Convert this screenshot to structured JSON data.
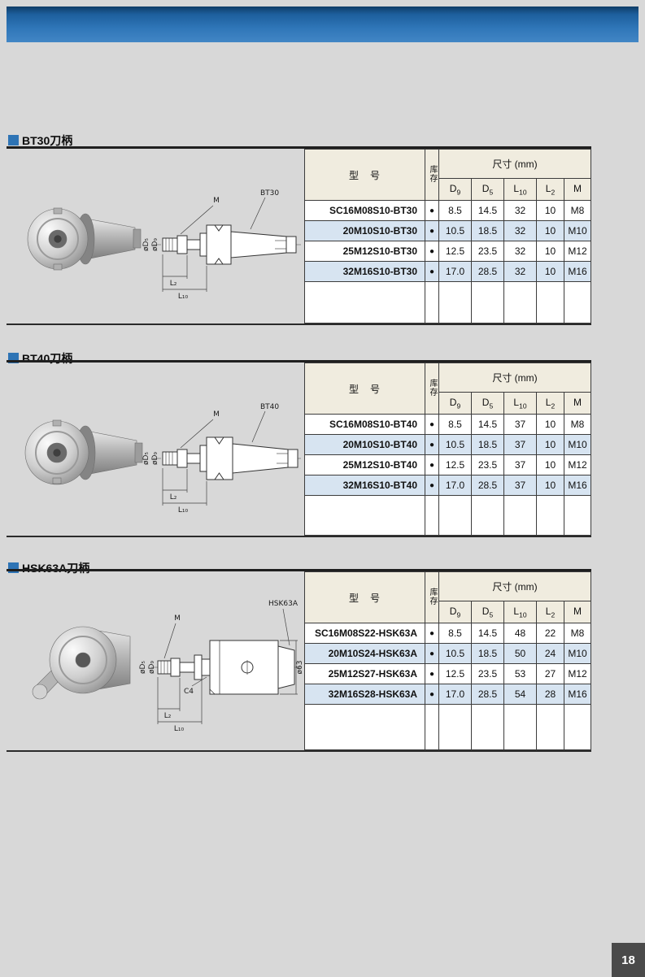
{
  "page": {
    "number": "18",
    "background": "#d8d8d8"
  },
  "colors": {
    "header_bar_blue": "#2f76b8",
    "accent_blue": "#2e74b5",
    "row_alt_blue": "#d7e4f1",
    "table_header_cream": "#f0ecdf",
    "border_dark": "#1f1f1f",
    "page_badge_bg": "#4a4a4a"
  },
  "sections": [
    {
      "title": "BT30刀柄",
      "drawing": {
        "m_label": "M",
        "shank_label": "BT30",
        "d5_label": "øD₅",
        "d9_label": "øD₉",
        "l2_label": "L₂",
        "l10_label": "L₁₀"
      },
      "table": {
        "model_header": "型　号",
        "stock_header": "库存",
        "size_header": "尺寸 (mm)",
        "dims": [
          {
            "base": "D",
            "sub": "9"
          },
          {
            "base": "D",
            "sub": "5"
          },
          {
            "base": "L",
            "sub": "10"
          },
          {
            "base": "L",
            "sub": "2"
          },
          {
            "base": "M",
            "sub": ""
          }
        ],
        "rows": [
          {
            "model": "SC16M08S10-BT30",
            "stock": "●",
            "d9": "8.5",
            "d5": "14.5",
            "l10": "32",
            "l2": "10",
            "m": "M8"
          },
          {
            "model": "20M10S10-BT30",
            "stock": "●",
            "d9": "10.5",
            "d5": "18.5",
            "l10": "32",
            "l2": "10",
            "m": "M10"
          },
          {
            "model": "25M12S10-BT30",
            "stock": "●",
            "d9": "12.5",
            "d5": "23.5",
            "l10": "32",
            "l2": "10",
            "m": "M12"
          },
          {
            "model": "32M16S10-BT30",
            "stock": "●",
            "d9": "17.0",
            "d5": "28.5",
            "l10": "32",
            "l2": "10",
            "m": "M16"
          }
        ]
      }
    },
    {
      "title": "BT40刀柄",
      "drawing": {
        "m_label": "M",
        "shank_label": "BT40",
        "d5_label": "øD₅",
        "d9_label": "øD₉",
        "l2_label": "L₂",
        "l10_label": "L₁₀"
      },
      "table": {
        "model_header": "型　号",
        "stock_header": "库存",
        "size_header": "尺寸 (mm)",
        "dims": [
          {
            "base": "D",
            "sub": "9"
          },
          {
            "base": "D",
            "sub": "5"
          },
          {
            "base": "L",
            "sub": "10"
          },
          {
            "base": "L",
            "sub": "2"
          },
          {
            "base": "M",
            "sub": ""
          }
        ],
        "rows": [
          {
            "model": "SC16M08S10-BT40",
            "stock": "●",
            "d9": "8.5",
            "d5": "14.5",
            "l10": "37",
            "l2": "10",
            "m": "M8"
          },
          {
            "model": "20M10S10-BT40",
            "stock": "●",
            "d9": "10.5",
            "d5": "18.5",
            "l10": "37",
            "l2": "10",
            "m": "M10"
          },
          {
            "model": "25M12S10-BT40",
            "stock": "●",
            "d9": "12.5",
            "d5": "23.5",
            "l10": "37",
            "l2": "10",
            "m": "M12"
          },
          {
            "model": "32M16S10-BT40",
            "stock": "●",
            "d9": "17.0",
            "d5": "28.5",
            "l10": "37",
            "l2": "10",
            "m": "M16"
          }
        ]
      }
    },
    {
      "title": "HSK63A刀柄",
      "drawing": {
        "m_label": "M",
        "shank_label": "HSK63A",
        "d5_label": "øD₅",
        "d9_label": "øD₉",
        "c4_label": "C4",
        "dia_label": "ø63",
        "l2_label": "L₂",
        "l10_label": "L₁₀"
      },
      "table": {
        "model_header": "型　号",
        "stock_header": "库存",
        "size_header": "尺寸 (mm)",
        "dims": [
          {
            "base": "D",
            "sub": "9"
          },
          {
            "base": "D",
            "sub": "5"
          },
          {
            "base": "L",
            "sub": "10"
          },
          {
            "base": "L",
            "sub": "2"
          },
          {
            "base": "M",
            "sub": ""
          }
        ],
        "rows": [
          {
            "model": "SC16M08S22-HSK63A",
            "stock": "●",
            "d9": "8.5",
            "d5": "14.5",
            "l10": "48",
            "l2": "22",
            "m": "M8"
          },
          {
            "model": "20M10S24-HSK63A",
            "stock": "●",
            "d9": "10.5",
            "d5": "18.5",
            "l10": "50",
            "l2": "24",
            "m": "M10"
          },
          {
            "model": "25M12S27-HSK63A",
            "stock": "●",
            "d9": "12.5",
            "d5": "23.5",
            "l10": "53",
            "l2": "27",
            "m": "M12"
          },
          {
            "model": "32M16S28-HSK63A",
            "stock": "●",
            "d9": "17.0",
            "d5": "28.5",
            "l10": "54",
            "l2": "28",
            "m": "M16"
          }
        ]
      }
    }
  ]
}
